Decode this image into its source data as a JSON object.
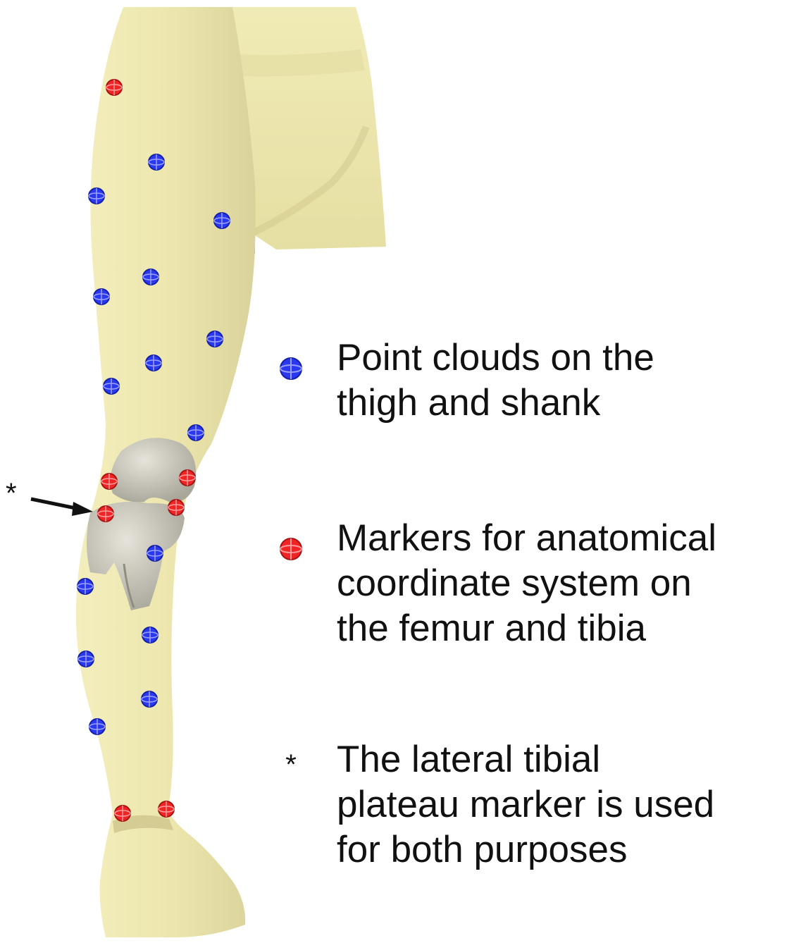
{
  "colors": {
    "skin": "#efeab4",
    "skin_shade": "#d8d198",
    "bone": "#d4d2c6",
    "bone_shade": "#a9a79b",
    "point_cloud_marker": "#2a38f0",
    "anatomical_marker": "#f02424",
    "text": "#111111",
    "arrow": "#111111"
  },
  "icons": [
    "point-cloud-marker-icon",
    "anatomical-marker-icon",
    "asterisk-icon",
    "arrow-icon"
  ],
  "asterisk_label": "*",
  "legend": [
    {
      "symbol": "point-cloud-marker-icon",
      "lines": [
        "Point clouds on the",
        "thigh and shank"
      ]
    },
    {
      "symbol": "anatomical-marker-icon",
      "lines": [
        "Markers for anatomical",
        "coordinate system on",
        "the femur and tibia"
      ]
    },
    {
      "symbol": "asterisk-icon",
      "symbol_text": "*",
      "lines": [
        "The lateral tibial",
        "plateau marker is used",
        "for both purposes"
      ]
    }
  ]
}
